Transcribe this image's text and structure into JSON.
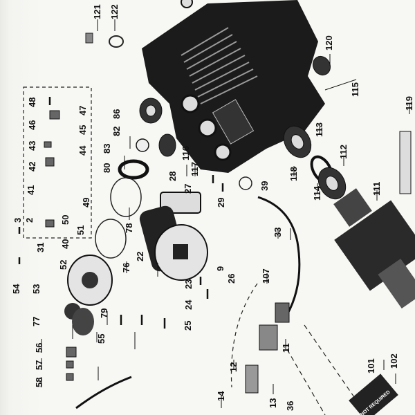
{
  "diagram": {
    "callouts": [
      "121",
      "122",
      "120",
      "115",
      "119",
      "111",
      "112",
      "113",
      "114",
      "118",
      "116",
      "117",
      "86",
      "82",
      "83",
      "80",
      "28",
      "27",
      "29",
      "39",
      "33",
      "107",
      "78",
      "76",
      "22",
      "23",
      "24",
      "25",
      "26",
      "9",
      "79",
      "77",
      "55",
      "56",
      "57",
      "58",
      "54",
      "53",
      "52",
      "51",
      "50",
      "49",
      "48",
      "47",
      "46",
      "45",
      "44",
      "43",
      "42",
      "41",
      "40",
      "31",
      "3",
      "2",
      "101",
      "102",
      "11",
      "12",
      "13",
      "14",
      "36"
    ],
    "stamp_text": "NOT REQUIRED"
  }
}
